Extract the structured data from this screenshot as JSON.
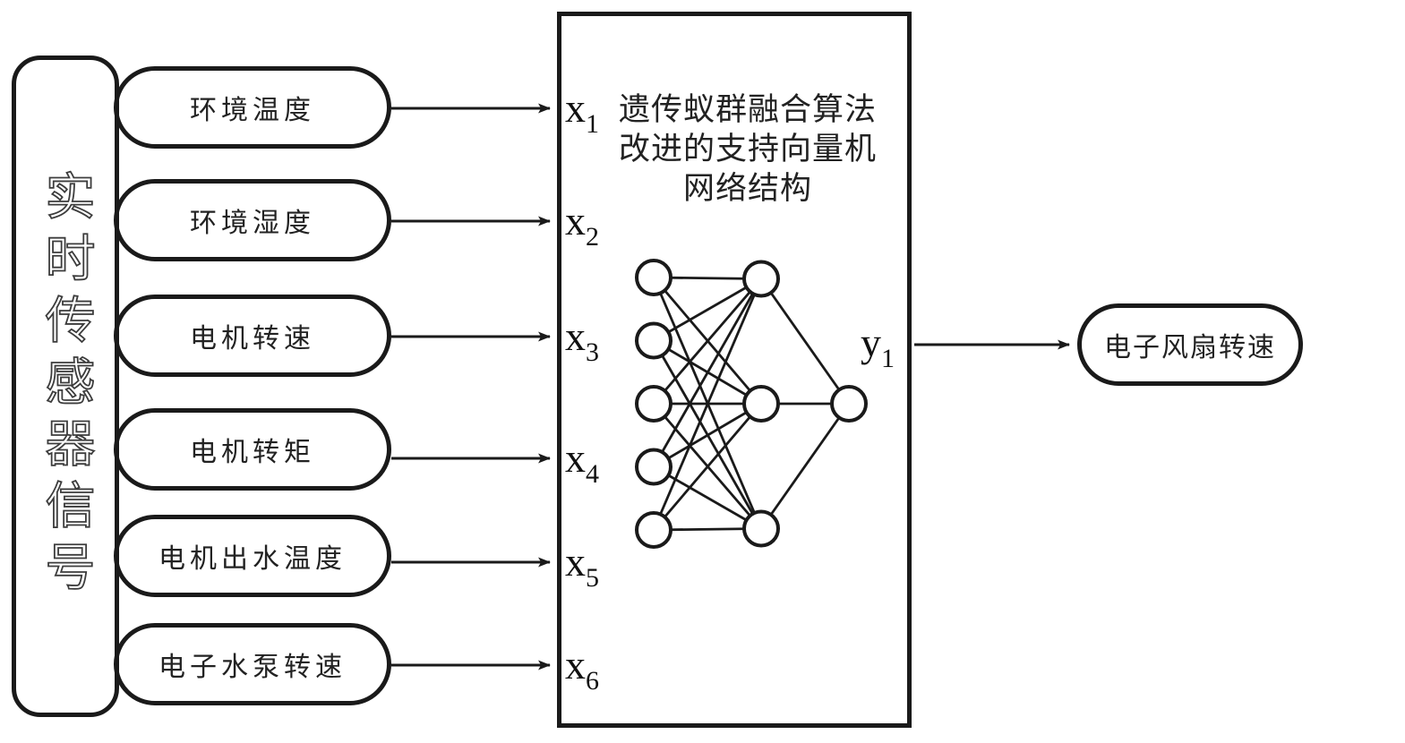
{
  "figure": {
    "background": "#ffffff",
    "stroke_color": "#1a1a1a"
  },
  "source_panel": {
    "label": "实时传感器信号"
  },
  "sensors": [
    {
      "label": "环境温度",
      "var_base": "x",
      "var_sub": "1"
    },
    {
      "label": "环境湿度",
      "var_base": "x",
      "var_sub": "2"
    },
    {
      "label": "电机转速",
      "var_base": "x",
      "var_sub": "3"
    },
    {
      "label": "电机转矩",
      "var_base": "x",
      "var_sub": "4"
    },
    {
      "label": "电机出水温度",
      "var_base": "x",
      "var_sub": "5"
    },
    {
      "label": "电子水泵转速",
      "var_base": "x",
      "var_sub": "6"
    }
  ],
  "model_box": {
    "title_lines": [
      "遗传蚁群融合算法",
      "改进的支持向量机",
      "网络结构"
    ],
    "output_var_base": "y",
    "output_var_sub": "1"
  },
  "network": {
    "input_nodes": 5,
    "hidden_nodes": 3,
    "output_nodes": 1
  },
  "output": {
    "label": "电子风扇转速"
  }
}
